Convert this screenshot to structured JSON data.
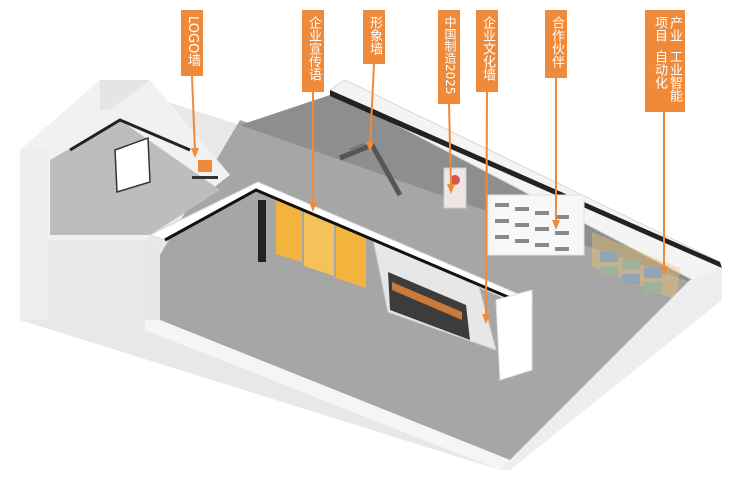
{
  "labels": {
    "logo_wall": "LOGO墙",
    "slogan_wall": "企业宣传语",
    "image_wall": "形象墙",
    "made_in_china_2025": "中国制造2025",
    "culture_wall": "企业文化墙",
    "partners": "合作伙伴",
    "projects_line1": "工业智能自动化",
    "projects_line2": "产业项目"
  },
  "colors": {
    "label_bg": "#ef8a3a",
    "leader_line": "#ef8a3a",
    "floor": "#9a9a9a",
    "wall": "#f3f3f3",
    "accent_yellow": "#f2b43c"
  }
}
